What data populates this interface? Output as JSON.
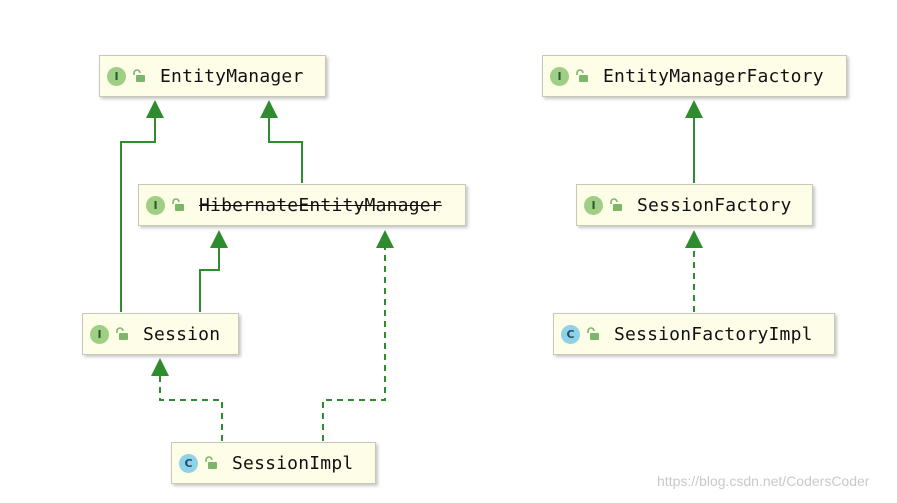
{
  "colors": {
    "edge": "#2e8b2e",
    "node_bg": "#fdfde8",
    "interface_badge": "#9fcf84",
    "class_badge": "#8fd1e6"
  },
  "nodes": {
    "entity_manager": {
      "kind": "interface",
      "badge": "I",
      "label": "EntityManager"
    },
    "entity_manager_factory": {
      "kind": "interface",
      "badge": "I",
      "label": "EntityManagerFactory"
    },
    "hibernate_entity_manager": {
      "kind": "interface",
      "badge": "I",
      "label": "HibernateEntityManager",
      "deprecated": true
    },
    "session_factory": {
      "kind": "interface",
      "badge": "I",
      "label": "SessionFactory"
    },
    "session": {
      "kind": "interface",
      "badge": "I",
      "label": "Session"
    },
    "session_factory_impl": {
      "kind": "class",
      "badge": "C",
      "label": "SessionFactoryImpl"
    },
    "session_impl": {
      "kind": "class",
      "badge": "C",
      "label": "SessionImpl"
    }
  },
  "edges": [
    {
      "from": "Session",
      "to": "EntityManager",
      "type": "extends"
    },
    {
      "from": "HibernateEntityManager",
      "to": "EntityManager",
      "type": "extends"
    },
    {
      "from": "Session",
      "to": "HibernateEntityManager",
      "type": "extends"
    },
    {
      "from": "SessionImpl",
      "to": "Session",
      "type": "implements"
    },
    {
      "from": "SessionImpl",
      "to": "HibernateEntityManager",
      "type": "implements"
    },
    {
      "from": "SessionFactory",
      "to": "EntityManagerFactory",
      "type": "extends"
    },
    {
      "from": "SessionFactoryImpl",
      "to": "SessionFactory",
      "type": "implements"
    }
  ],
  "watermark": "https://blog.csdn.net/CodersCoder"
}
